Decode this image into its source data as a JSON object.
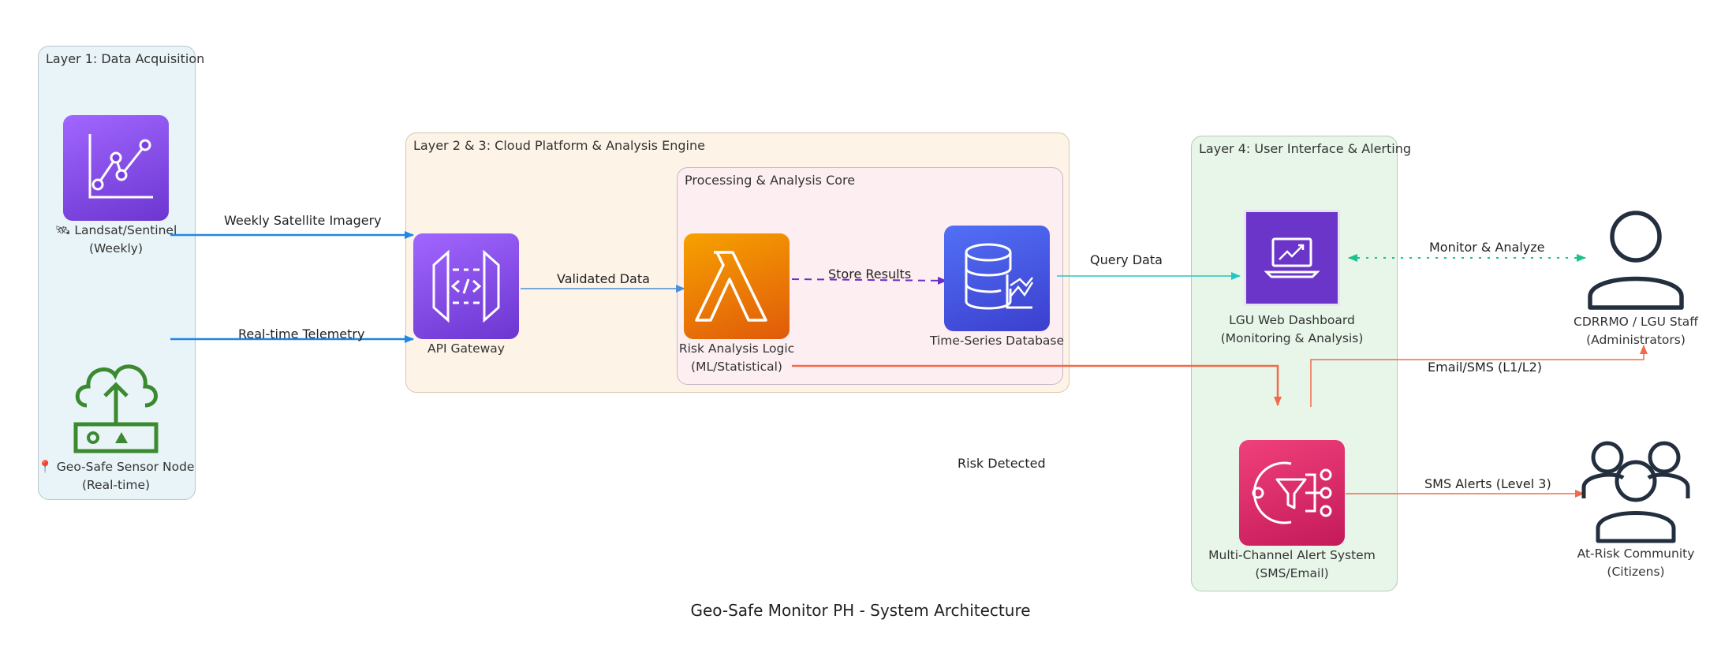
{
  "title": "Geo-Safe Monitor PH - System Architecture",
  "clusters": {
    "layer1": "Layer 1: Data Acquisition",
    "layer23": "Layer 2 & 3: Cloud Platform & Analysis Engine",
    "core": "Processing & Analysis Core",
    "layer4": "Layer 4: User Interface & Alerting"
  },
  "nodes": {
    "satellite": {
      "line1": "🛰 Landsat/Sentinel",
      "line2": "(Weekly)",
      "icon": "satellite-analytics-icon"
    },
    "sensor": {
      "line1": "📍 Geo-Safe Sensor Node",
      "line2": "(Real-time)",
      "icon": "iot-upload-icon"
    },
    "gateway": {
      "line1": "API Gateway",
      "icon": "api-gateway-icon"
    },
    "risk": {
      "line1": "Risk Analysis Logic",
      "line2": "(ML/Statistical)",
      "icon": "lambda-icon"
    },
    "db": {
      "line1": "Time-Series Database",
      "icon": "timeseries-database-icon"
    },
    "dashboard": {
      "line1": "LGU Web Dashboard",
      "line2": "(Monitoring & Analysis)",
      "icon": "laptop-chart-icon"
    },
    "alert": {
      "line1": "Multi-Channel Alert System",
      "line2": "(SMS/Email)",
      "icon": "notification-hub-icon"
    },
    "staff": {
      "line1": "CDRRMO / LGU Staff",
      "line2": "(Administrators)",
      "icon": "user-icon"
    },
    "community": {
      "line1": "At-Risk Community",
      "line2": "(Citizens)",
      "icon": "users-group-icon"
    }
  },
  "edges": {
    "weekly": "Weekly Satellite Imagery",
    "telemetry": "Real-time Telemetry",
    "validated": "Validated Data",
    "store": "Store Results",
    "query": "Query Data",
    "monitor": "Monitor & Analyze",
    "email": "Email/SMS (L1/L2)",
    "risk": "Risk Detected",
    "sms": "SMS Alerts (Level 3)"
  },
  "colors": {
    "satellite_edge": "#1e88e5",
    "validated_edge": "#4a90d9",
    "store_edge": "#6a2fc9",
    "query_edge": "#26c6c6",
    "monitor_edge": "#19c28e",
    "alert_edge": "#f26a4b"
  }
}
